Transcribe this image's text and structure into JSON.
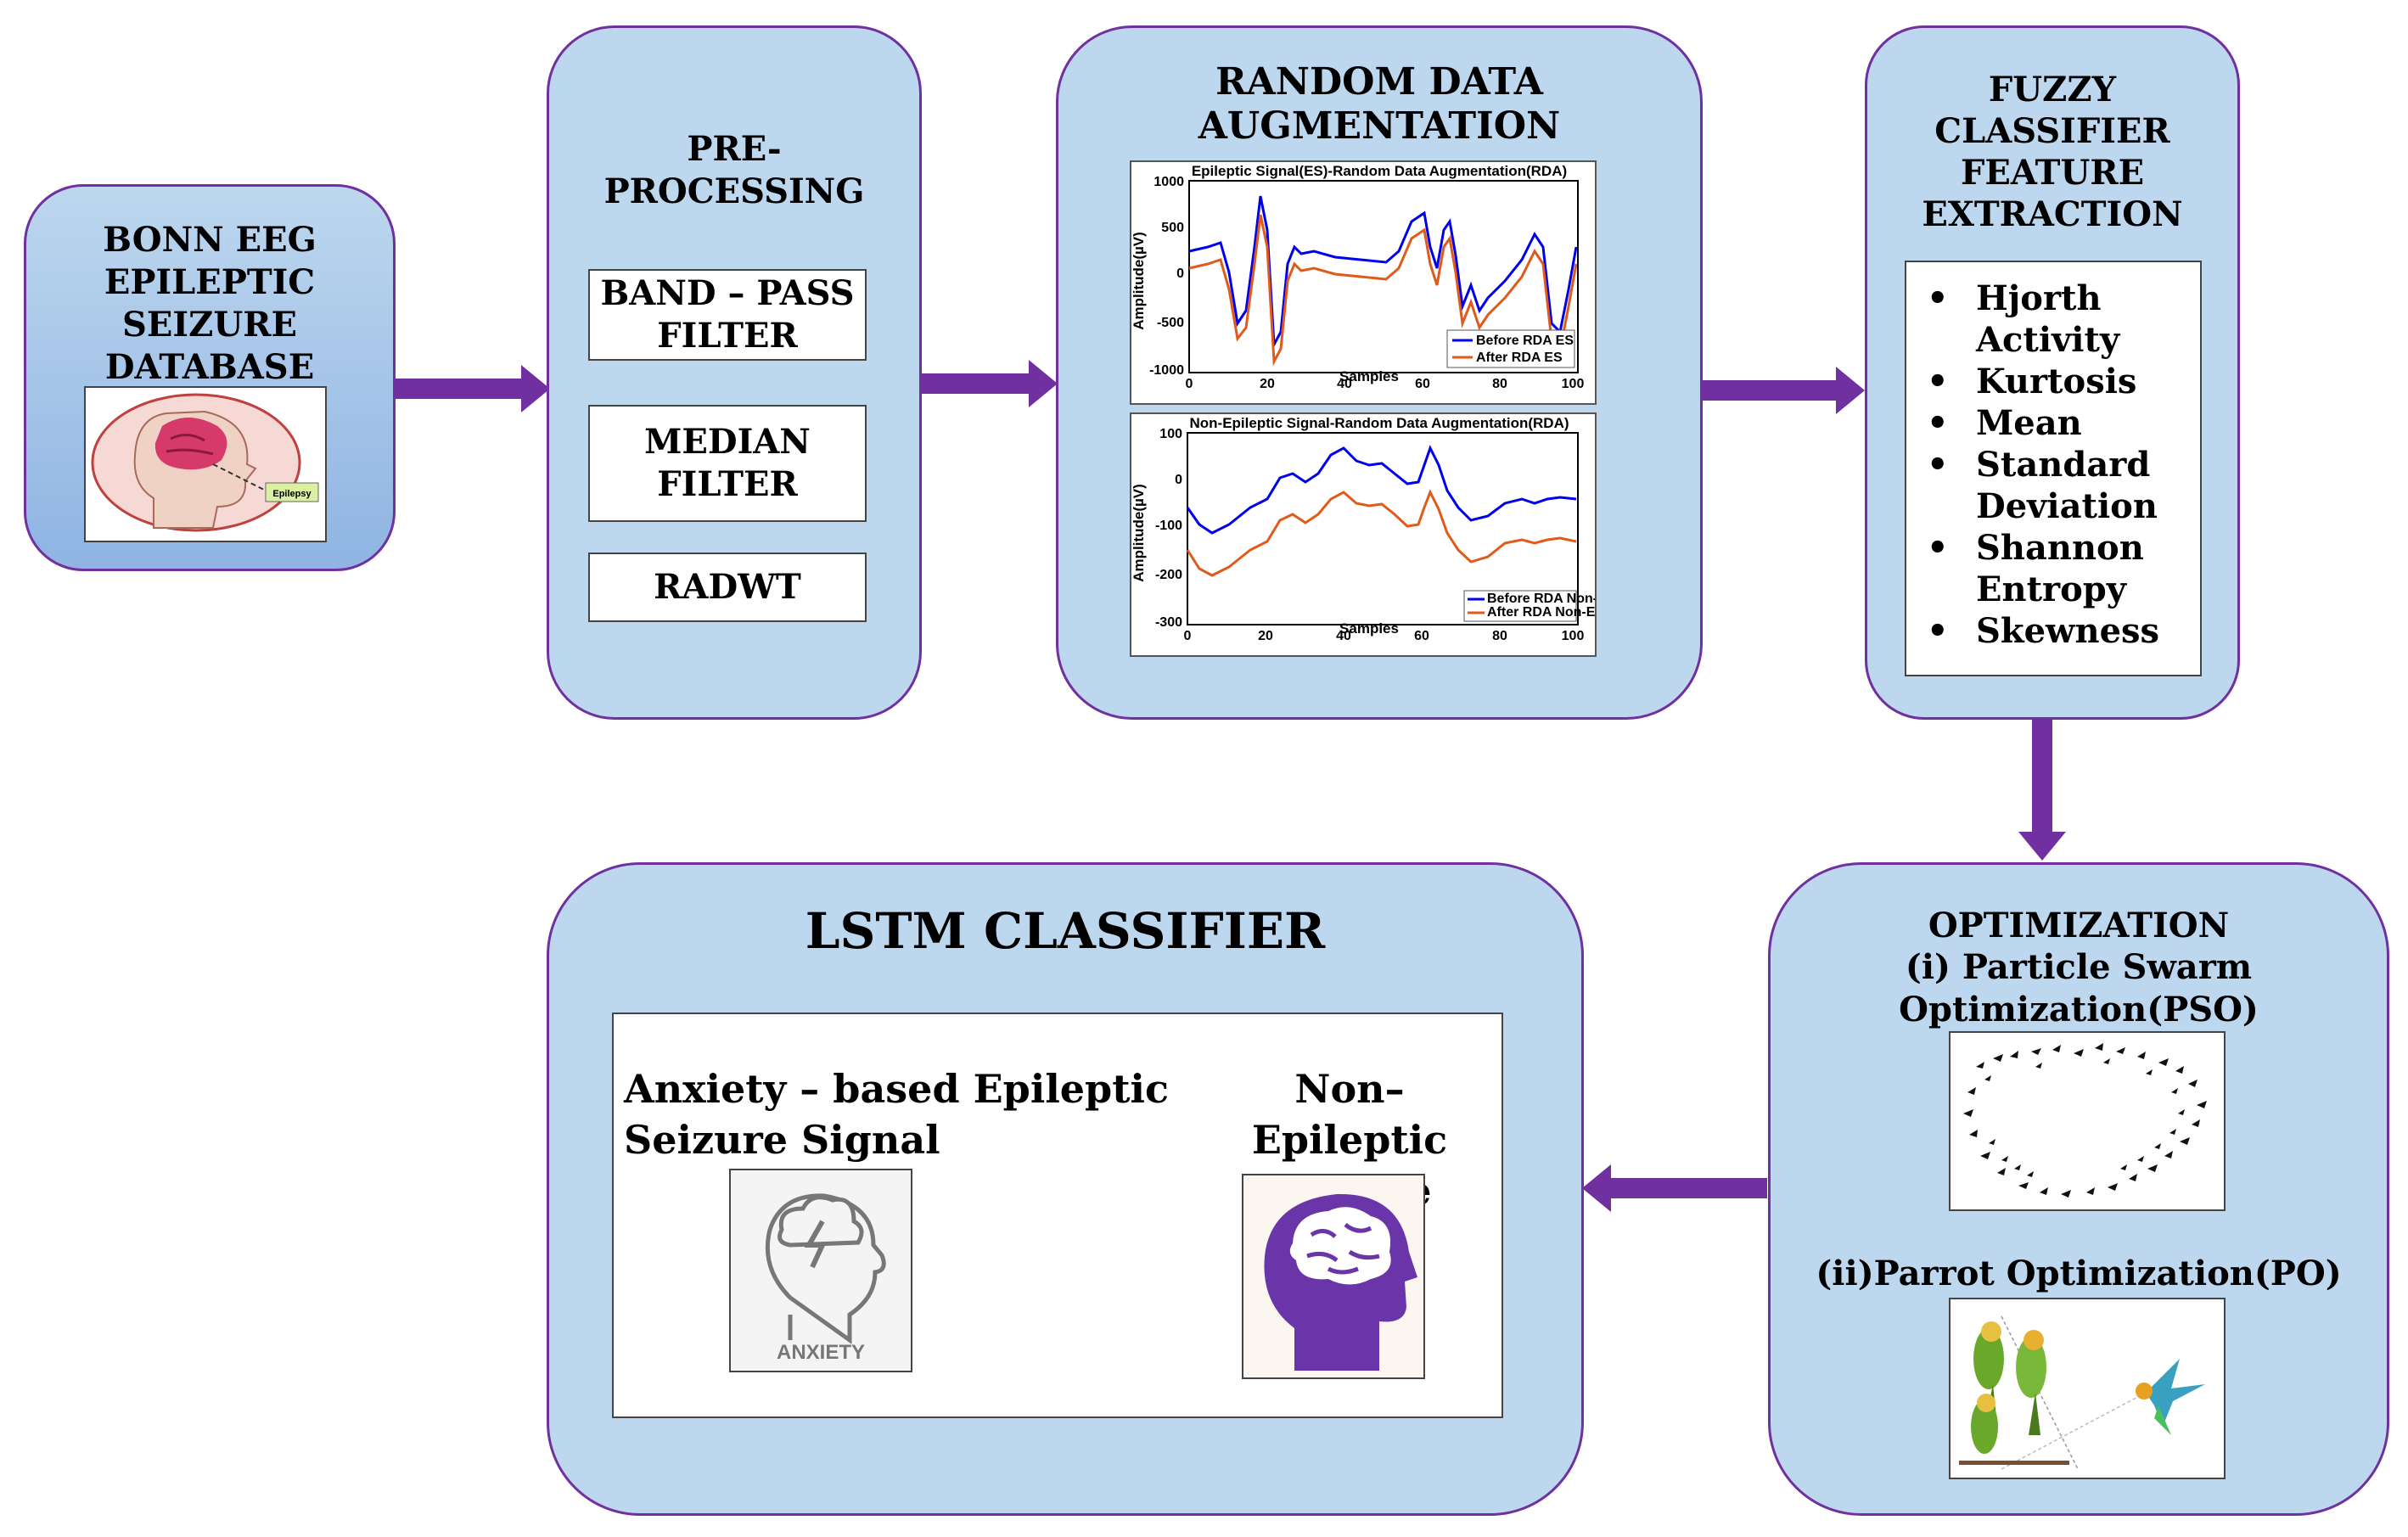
{
  "colors": {
    "panel": "#bdd7ee",
    "border": "#7030a0",
    "arrow": "#7030a0",
    "line_before": "#0000ee",
    "line_after": "#e05a1a"
  },
  "database": {
    "title": "BONN EEG\nEPILEPTIC\nSEIZURE\nDATABASE",
    "image_icon": "brain-head-icon",
    "image_label": "Epilepsy"
  },
  "preprocessing": {
    "title": "PRE-\nPROCESSING",
    "steps": [
      "BAND – PASS\nFILTER",
      "MEDIAN\nFILTER",
      "RADWT"
    ]
  },
  "augmentation": {
    "title": "RANDOM DATA\nAUGMENTATION",
    "plots": [
      {
        "title": "Epileptic Signal(ES)-Random Data Augmentation(RDA)",
        "ylabel": "Amplitude(µV)",
        "xlabel": "Samples",
        "xticks": [
          "0",
          "20",
          "40",
          "60",
          "80",
          "100"
        ],
        "yticks": [
          "1000",
          "500",
          "0",
          "-500",
          "-1000"
        ],
        "legend": [
          "Before RDA ES",
          "After RDA ES"
        ]
      },
      {
        "title": "Non-Epileptic Signal-Random Data Augmentation(RDA)",
        "ylabel": "Amplitude(µV)",
        "xlabel": "Samples",
        "xticks": [
          "0",
          "20",
          "40",
          "60",
          "80",
          "100"
        ],
        "yticks": [
          "100",
          "0",
          "-100",
          "-200",
          "-300"
        ],
        "legend": [
          "Before RDA Non-ES",
          "After RDA Non-ES"
        ]
      }
    ]
  },
  "features": {
    "title": "FUZZY\nCLASSIFIER\nFEATURE\nEXTRACTION",
    "items": [
      "Hjorth\nActivity",
      "Kurtosis",
      "Mean",
      "Standard\nDeviation",
      "Shannon\nEntropy",
      "Skewness"
    ]
  },
  "optimization": {
    "title": "OPTIMIZATION",
    "pso_label": "(i)  Particle Swarm\n Optimization(PSO)",
    "po_label": "(ii)Parrot Optimization(PO)",
    "pso_icon": "bird-swarm-icon",
    "po_icon": "parrot-icon"
  },
  "lstm": {
    "title": "LSTM CLASSIFIER",
    "class_a": "Anxiety – based Epileptic\nSeizure  Signal",
    "class_b": "Non–Epileptic\nSeizure Signal",
    "anxiety_caption": "ANXIETY",
    "icon_a": "anxiety-head-icon",
    "icon_b": "brain-head-icon"
  }
}
